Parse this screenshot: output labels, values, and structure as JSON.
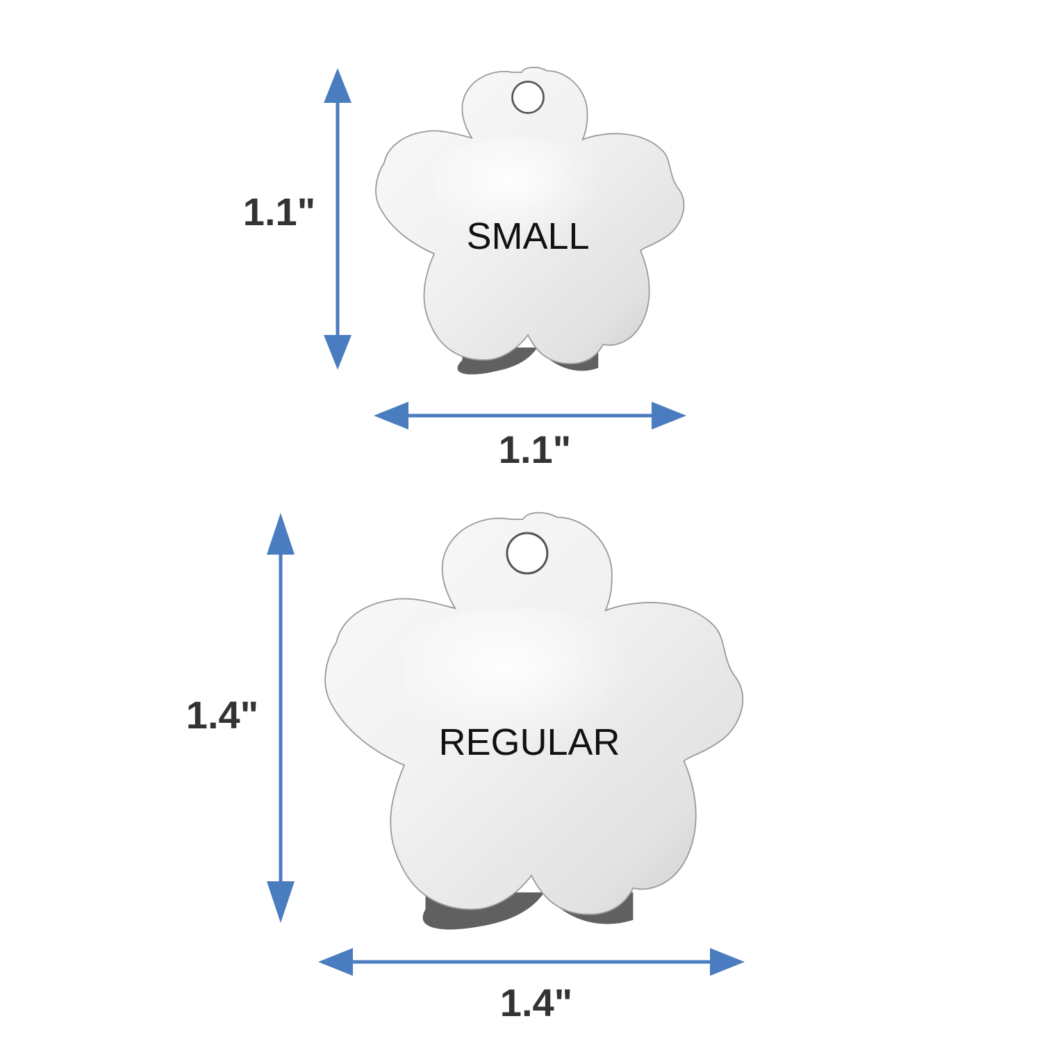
{
  "accent_color": "#4a7cc0",
  "tags": [
    {
      "label": "SMALL",
      "height_label": "1.1\"",
      "width_label": "1.1\""
    },
    {
      "label": "REGULAR",
      "height_label": "1.4\"",
      "width_label": "1.4\""
    }
  ]
}
